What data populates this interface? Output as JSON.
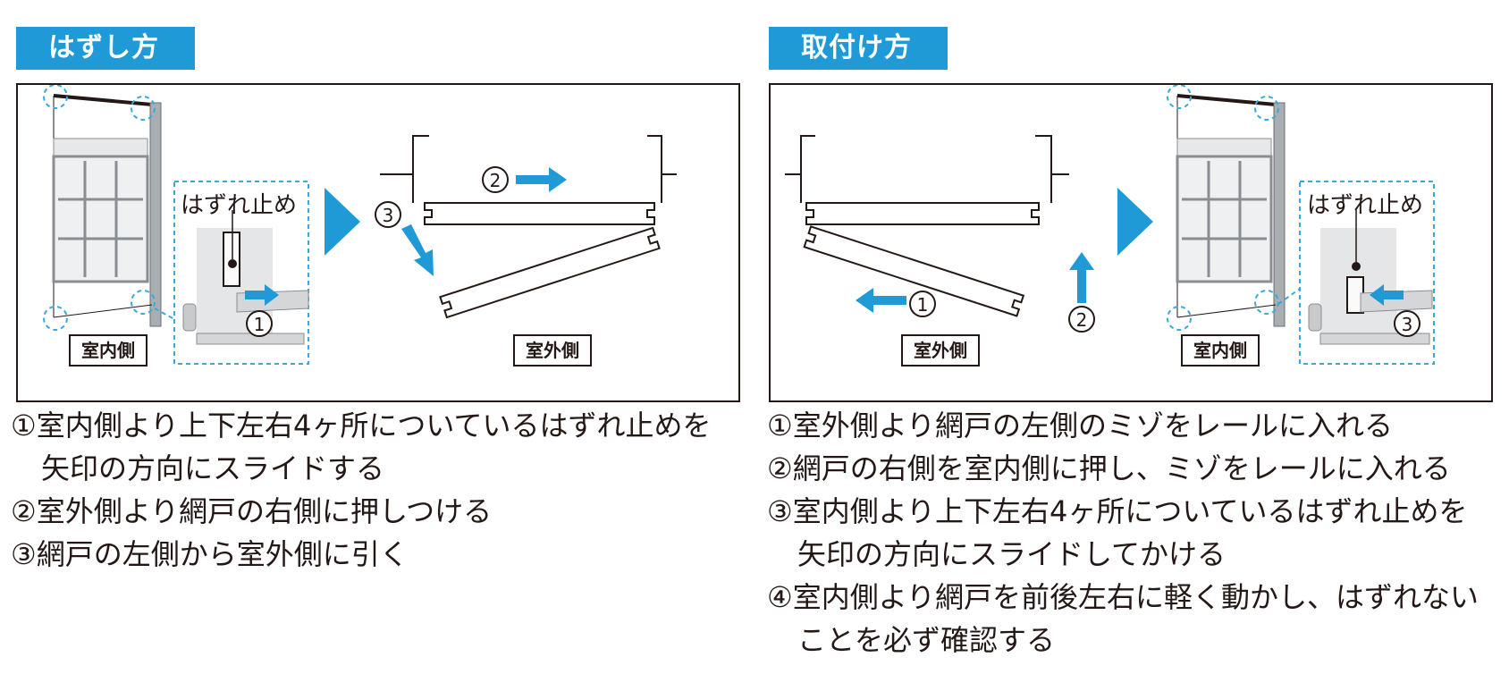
{
  "left": {
    "title": "はずし方",
    "labels": {
      "stopper": "はずれ止め",
      "indoor": "室内側",
      "outdoor": "室外側"
    },
    "marks": {
      "m1": "①",
      "m2": "②",
      "m3": "③"
    },
    "steps": [
      {
        "line1": "①室内側より上下左右4ヶ所についているはずれ止めを",
        "line2": "矢印の方向にスライドする"
      },
      {
        "line1": "②室外側より網戸の右側に押しつける",
        "line2": ""
      },
      {
        "line1": "③網戸の左側から室外側に引く",
        "line2": ""
      }
    ]
  },
  "right": {
    "title": "取付け方",
    "labels": {
      "stopper": "はずれ止め",
      "indoor": "室内側",
      "outdoor": "室外側"
    },
    "marks": {
      "m1": "①",
      "m2": "②",
      "m3": "③"
    },
    "steps": [
      {
        "line1": "①室外側より網戸の左側のミゾをレールに入れる",
        "line2": ""
      },
      {
        "line1": "②網戸の右側を室内側に押し、ミゾをレールに入れる",
        "line2": ""
      },
      {
        "line1": "③室内側より上下左右4ヶ所についているはずれ止めを",
        "line2": "矢印の方向にスライドしてかける"
      },
      {
        "line1": "④室内側より網戸を前後左右に軽く動かし、はずれない",
        "line2": "ことを必ず確認する"
      }
    ]
  },
  "colors": {
    "accent": "#1f9ad6",
    "dashed": "#3aa8dc",
    "ink": "#231815"
  }
}
